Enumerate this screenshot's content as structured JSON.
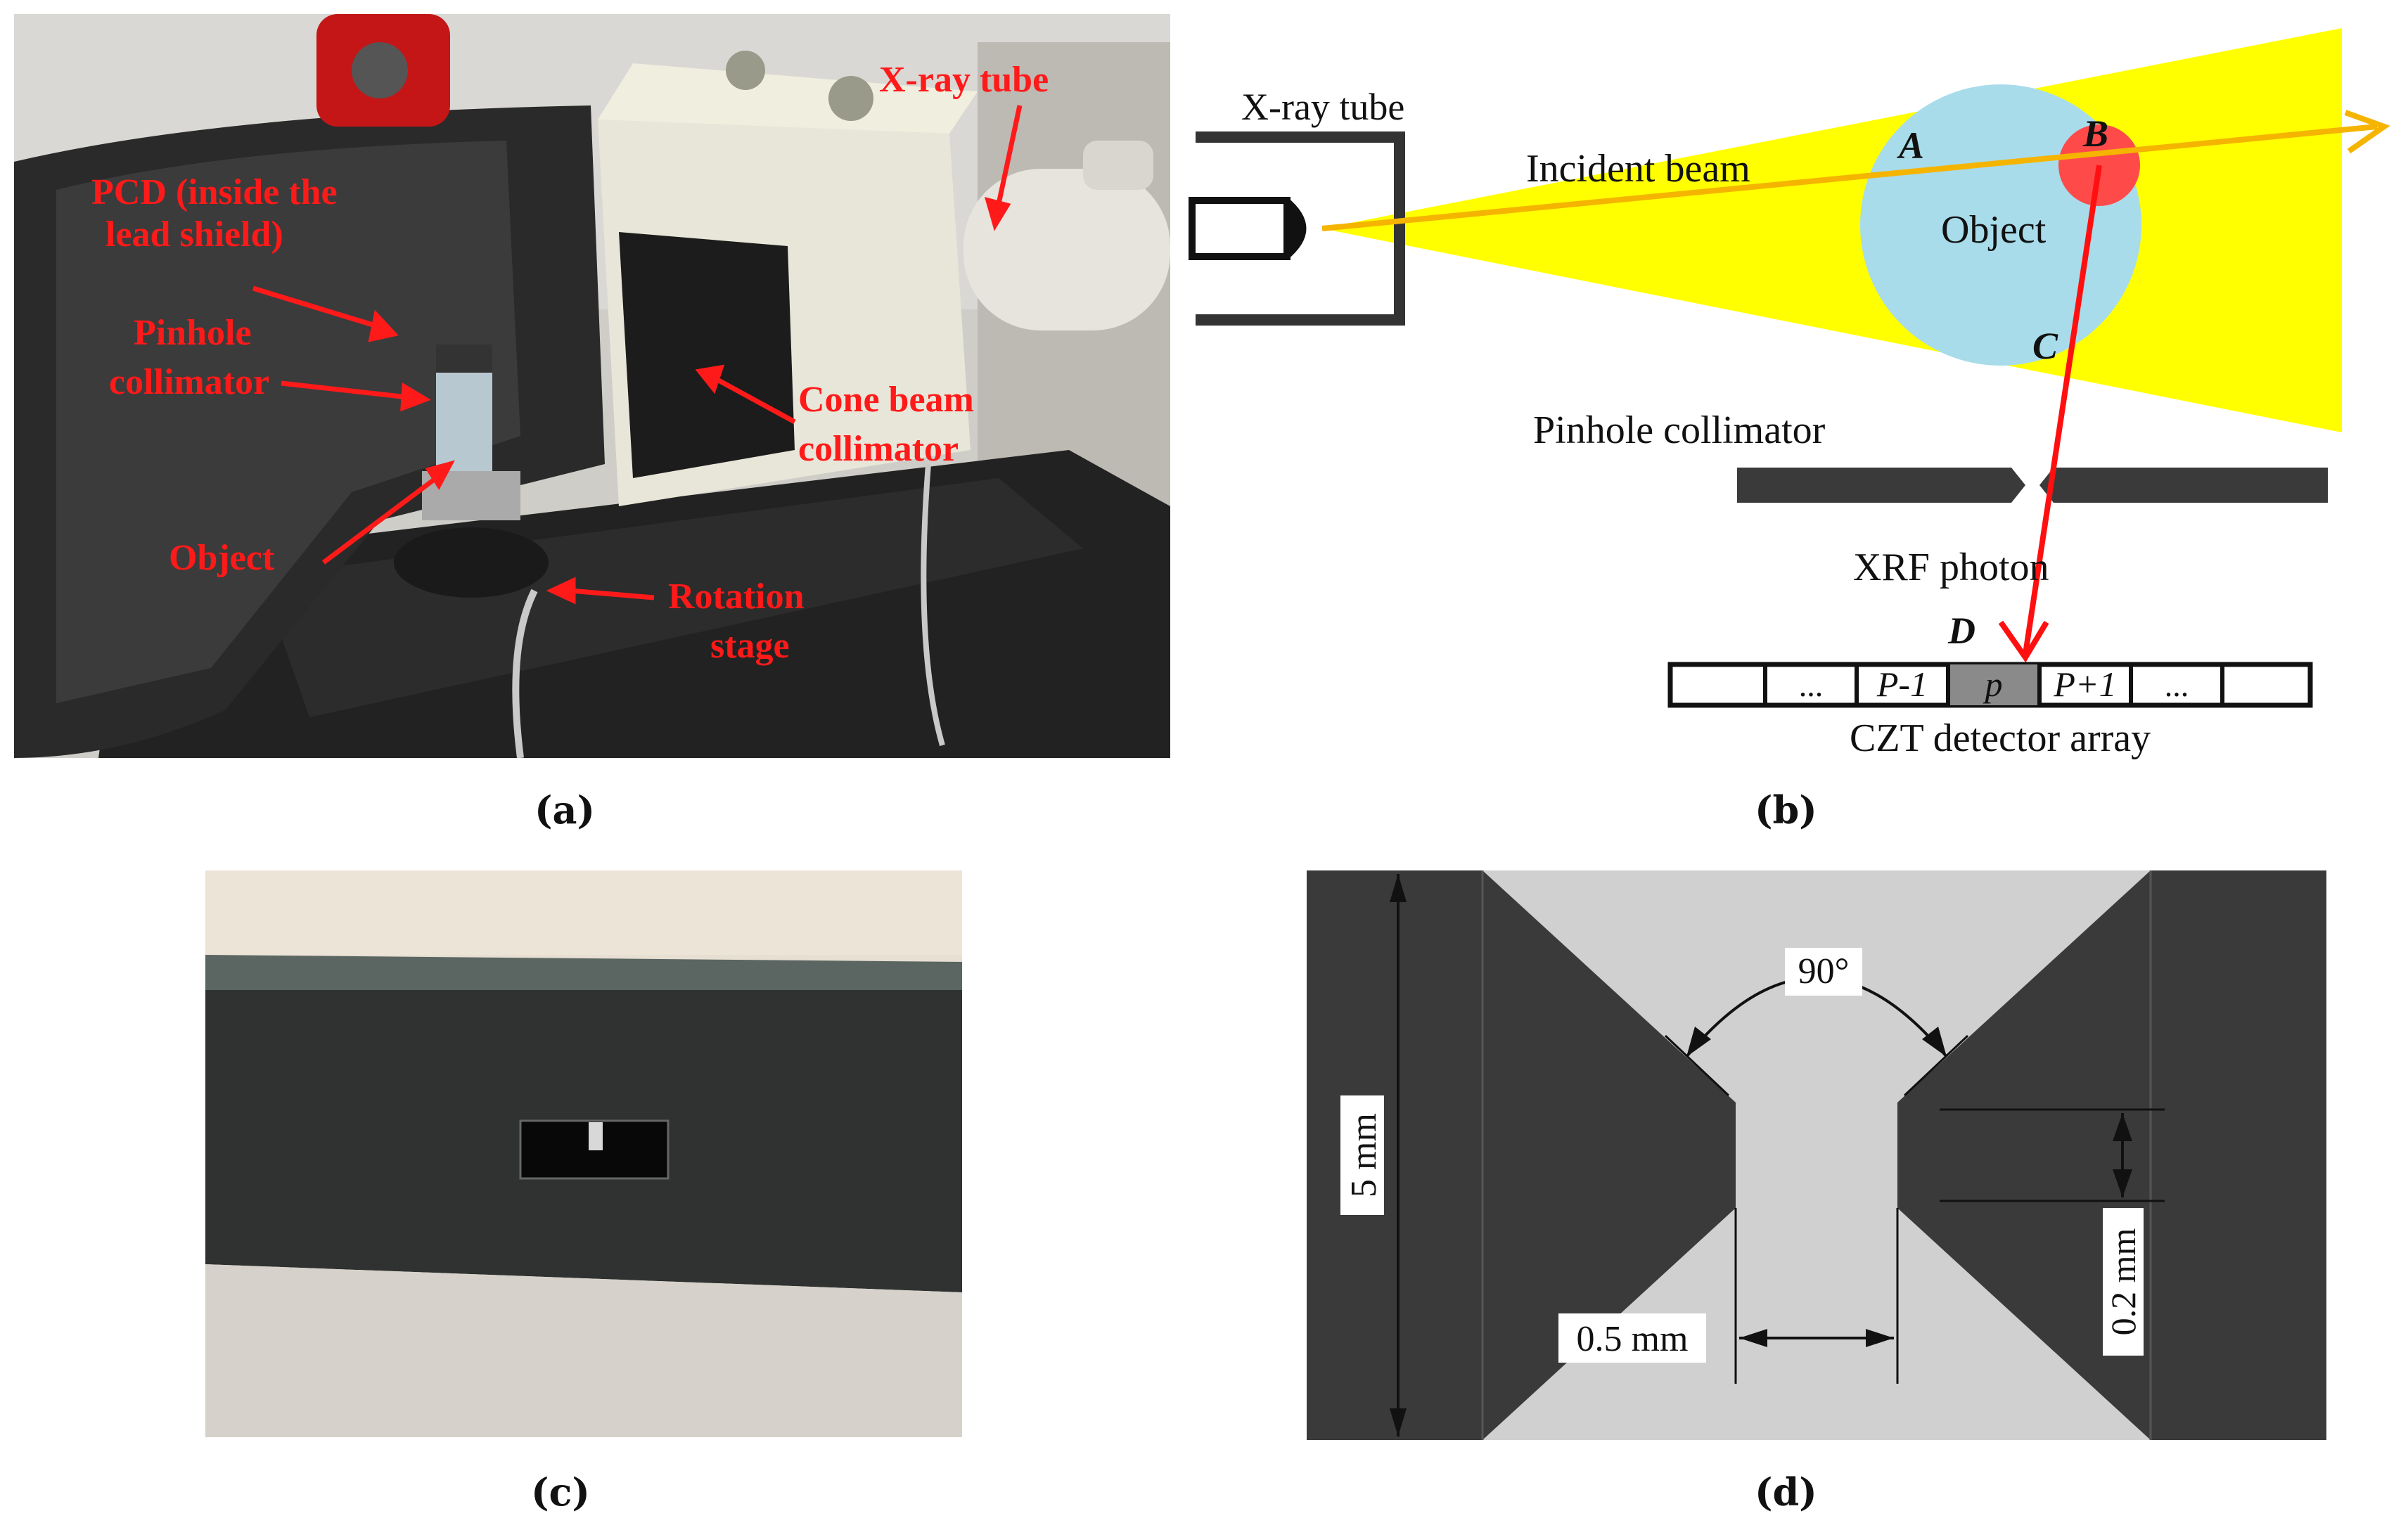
{
  "panel_a": {
    "caption": "(a)",
    "labels": {
      "xray_tube": "X-ray tube",
      "pcd_line1": "PCD (inside the",
      "pcd_line2": "lead shield)",
      "pinhole_line1": "Pinhole",
      "pinhole_line2": "collimator",
      "cone_line1": "Cone beam",
      "cone_line2": "collimator",
      "object": "Object",
      "rotation_line1": "Rotation",
      "rotation_line2": "stage"
    }
  },
  "panel_b": {
    "caption": "(b)",
    "labels": {
      "xray_tube": "X-ray tube",
      "incident_beam": "Incident beam",
      "object": "Object",
      "point_a": "A",
      "point_b": "B",
      "point_c": "C",
      "point_d": "D",
      "pinhole_collimator": "Pinhole collimator",
      "xrf_photon": "XRF photon",
      "detector_array": "CZT detector array"
    },
    "detector_cells": [
      "",
      "...",
      "P-1",
      "p",
      "P+1",
      "...",
      ""
    ],
    "colors": {
      "beam": "#ffff00",
      "beam_ray": "#f5b400",
      "object": "#a8dcea",
      "target": "#ff4a4a",
      "xrf_ray": "#ff1010",
      "collimator": "#3a3a3a"
    }
  },
  "panel_c": {
    "caption": "(c)"
  },
  "panel_d": {
    "caption": "(d)",
    "labels": {
      "angle": "90°",
      "height": "5 mm",
      "opening": "0.5 mm",
      "thickness": "0.2 mm"
    },
    "colors": {
      "body": "#3a3a3a",
      "gap": "#d0d0d0"
    }
  }
}
